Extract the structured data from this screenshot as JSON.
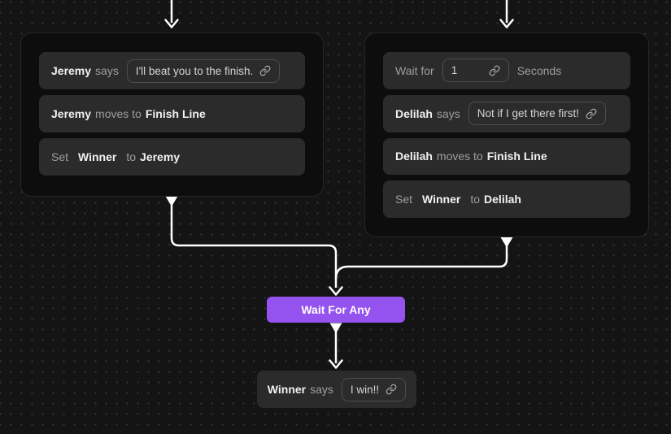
{
  "theme": {
    "canvas_bg": "#141414",
    "dot_color": "#343434",
    "node_bg": "#0d0d0d",
    "row_bg": "#2b2b2b",
    "accent_purple": "#9452ef",
    "connector_color": "#ffffff",
    "text_bright": "#f2f2f2",
    "text_muted": "#9e9e9e"
  },
  "icons": {
    "link": "chain-link-glyph"
  },
  "left_block": {
    "say": {
      "actor": "Jeremy",
      "verb": "says",
      "message": "I'll beat you to the finish."
    },
    "move": {
      "actor": "Jeremy",
      "verb": "moves to",
      "target": "Finish Line"
    },
    "set": {
      "keyword": "Set",
      "variable": "Winner",
      "connector": "to",
      "value": "Jeremy"
    }
  },
  "right_block": {
    "wait": {
      "prefix": "Wait for",
      "duration": "1",
      "suffix": "Seconds"
    },
    "say": {
      "actor": "Delilah",
      "verb": "says",
      "message": "Not if I get there first!"
    },
    "move": {
      "actor": "Delilah",
      "verb": "moves to",
      "target": "Finish Line"
    },
    "set": {
      "keyword": "Set",
      "variable": "Winner",
      "connector": "to",
      "value": "Delilah"
    }
  },
  "wait_for_any": {
    "label": "Wait For Any"
  },
  "winner_block": {
    "say": {
      "actor": "Winner",
      "verb": "says",
      "message": "I win!!"
    }
  }
}
